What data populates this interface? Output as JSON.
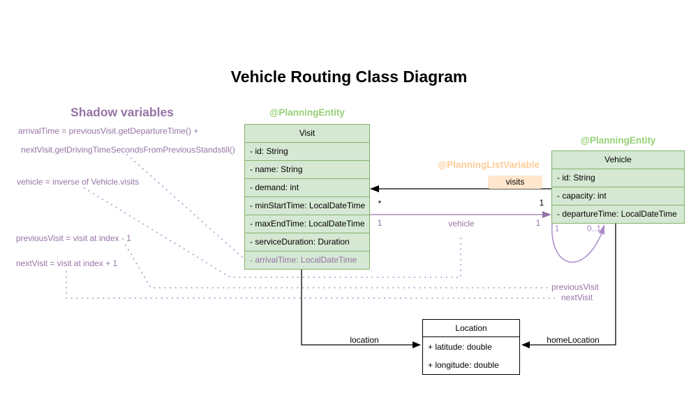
{
  "title": "Vehicle Routing Class Diagram",
  "colors": {
    "green_fill": "#d5e8d4",
    "green_stroke": "#82b366",
    "green_annotation_text": "#97d077",
    "purple": "#9673a6",
    "light_purple": "#a98cc9",
    "orange_annotation_text": "#ffcc99",
    "orange_badge_fill": "#ffe6cc",
    "line_black": "#000000"
  },
  "shadow_panel": {
    "heading": "Shadow variables",
    "formulas": [
      "arrivalTime = previousVisit.getDepartureTime() +",
      "nextVisit.getDrivingTimeSecondsFromPreviousStandstill()",
      "vehicle = inverse of Vehicle.visits",
      "previousVisit = visit at index - 1",
      "nextVisit = visit at index + 1"
    ]
  },
  "classes": {
    "visit": {
      "annotation": "@PlanningEntity",
      "name": "Visit",
      "attributes": [
        "- id: String",
        "- name: String",
        "- demand: int",
        "- minStartTime: LocalDateTime",
        "- maxEndTime: LocalDateTime",
        "- serviceDuration: Duration"
      ],
      "shadow_attribute": "- arrivalTime: LocalDateTime"
    },
    "vehicle": {
      "annotation": "@PlanningEntity",
      "name": "Vehicle",
      "attributes": [
        "- id: String",
        "- capacity: int",
        "- departureTime: LocalDateTime"
      ]
    },
    "location": {
      "name": "Location",
      "attributes": [
        "+ latitude: double",
        "+ longitude: double"
      ]
    }
  },
  "relations": {
    "visits": {
      "annotation": "@PlanningListVariable",
      "label": "visits",
      "multiplicity_visit_side": "*",
      "multiplicity_vehicle_side": "1"
    },
    "vehicle": {
      "label": "vehicle",
      "multiplicity_left": "1",
      "multiplicity_right": "1"
    },
    "vehicle_self_loop": {
      "multiplicity_source": "1",
      "multiplicity_target": "0..1"
    },
    "location": {
      "label": "location"
    },
    "home_location": {
      "label": "homeLocation"
    },
    "previous_visit": {
      "label": "previousVisit"
    },
    "next_visit": {
      "label": "nextVisit"
    }
  }
}
